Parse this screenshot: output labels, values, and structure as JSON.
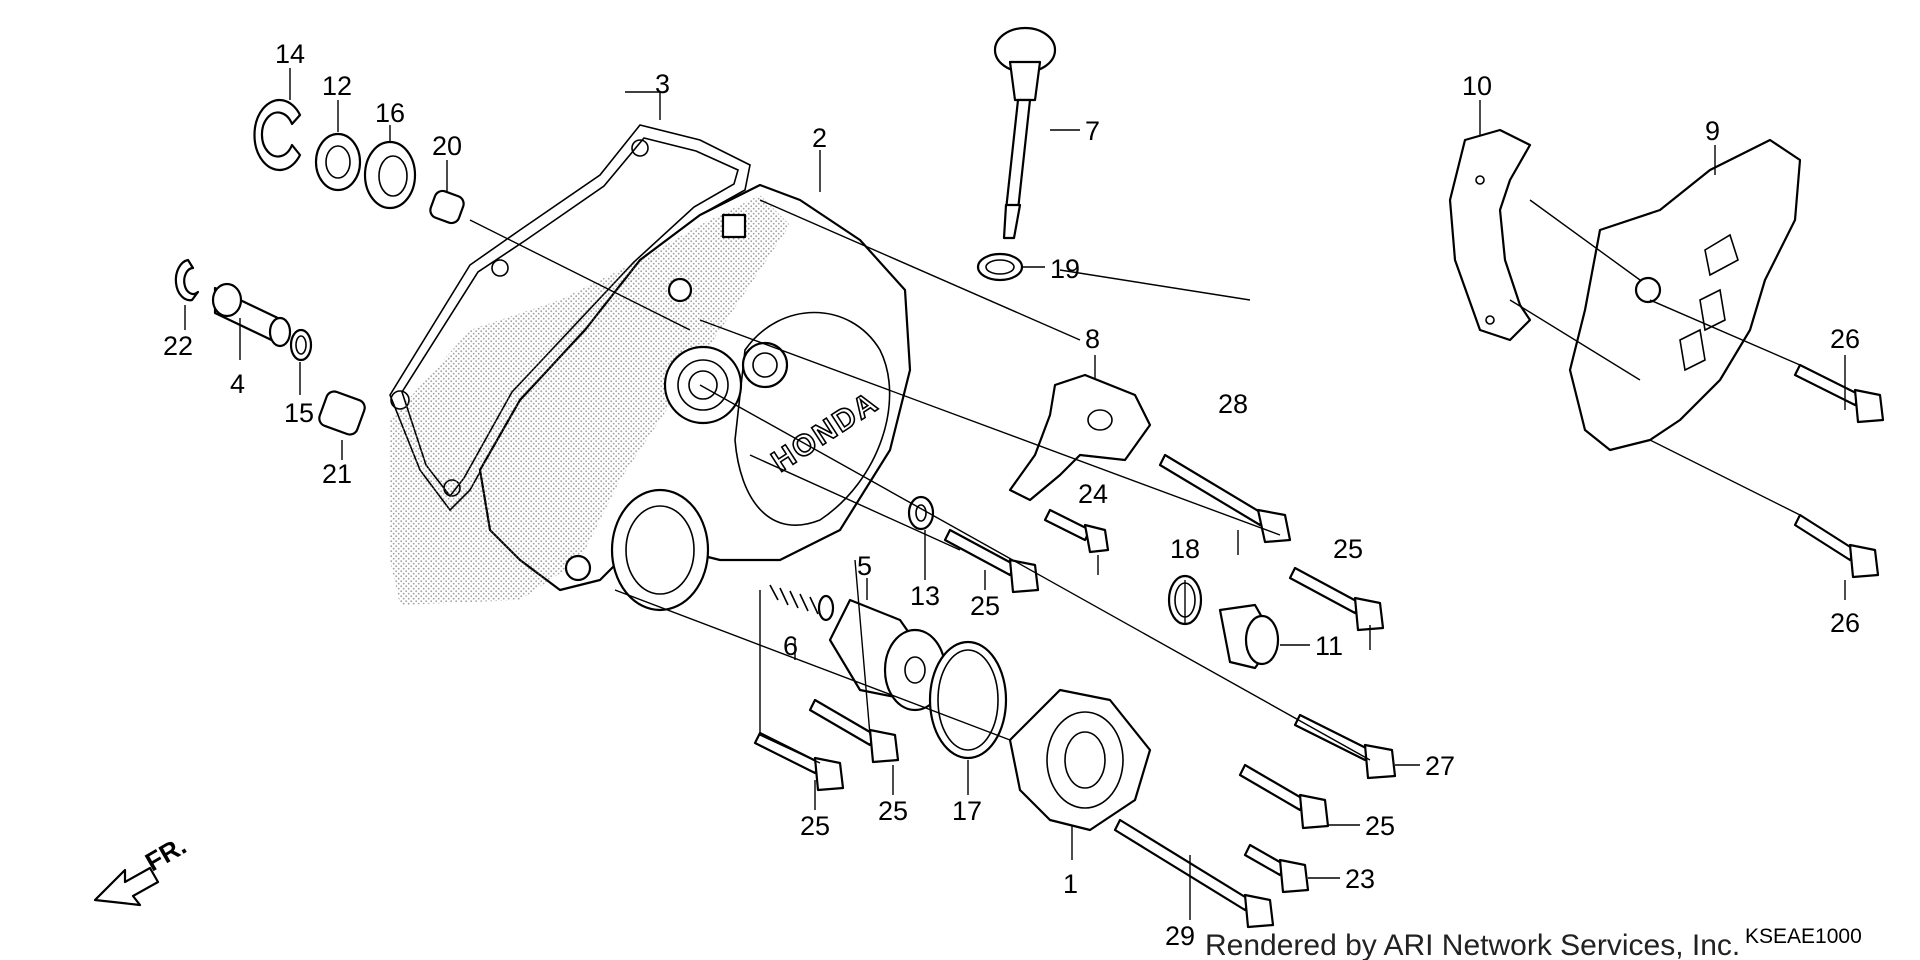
{
  "diagram_title": "",
  "callouts": [
    {
      "id": "c1",
      "text": "1"
    },
    {
      "id": "c2",
      "text": "2"
    },
    {
      "id": "c3",
      "text": "3"
    },
    {
      "id": "c4",
      "text": "4"
    },
    {
      "id": "c5",
      "text": "5"
    },
    {
      "id": "c6",
      "text": "6"
    },
    {
      "id": "c7",
      "text": "7"
    },
    {
      "id": "c8",
      "text": "8"
    },
    {
      "id": "c9",
      "text": "9"
    },
    {
      "id": "c10",
      "text": "10"
    },
    {
      "id": "c11",
      "text": "11"
    },
    {
      "id": "c12",
      "text": "12"
    },
    {
      "id": "c13",
      "text": "13"
    },
    {
      "id": "c14",
      "text": "14"
    },
    {
      "id": "c15",
      "text": "15"
    },
    {
      "id": "c16",
      "text": "16"
    },
    {
      "id": "c17",
      "text": "17"
    },
    {
      "id": "c18",
      "text": "18"
    },
    {
      "id": "c19",
      "text": "19"
    },
    {
      "id": "c20",
      "text": "20"
    },
    {
      "id": "c21",
      "text": "21"
    },
    {
      "id": "c22",
      "text": "22"
    },
    {
      "id": "c23",
      "text": "23"
    },
    {
      "id": "c24",
      "text": "24"
    },
    {
      "id": "c25a",
      "text": "25"
    },
    {
      "id": "c25b",
      "text": "25"
    },
    {
      "id": "c25c",
      "text": "25"
    },
    {
      "id": "c25d",
      "text": "25"
    },
    {
      "id": "c25e",
      "text": "25"
    },
    {
      "id": "c26a",
      "text": "26"
    },
    {
      "id": "c26b",
      "text": "26"
    },
    {
      "id": "c27",
      "text": "27"
    },
    {
      "id": "c28",
      "text": "28"
    },
    {
      "id": "c29",
      "text": "29"
    }
  ],
  "cover_logo": "HONDA",
  "direction_label": "FR.",
  "footer": {
    "credit": "Rendered by ARI Network Services, Inc.",
    "diagram_code": "KSEAE1000"
  }
}
